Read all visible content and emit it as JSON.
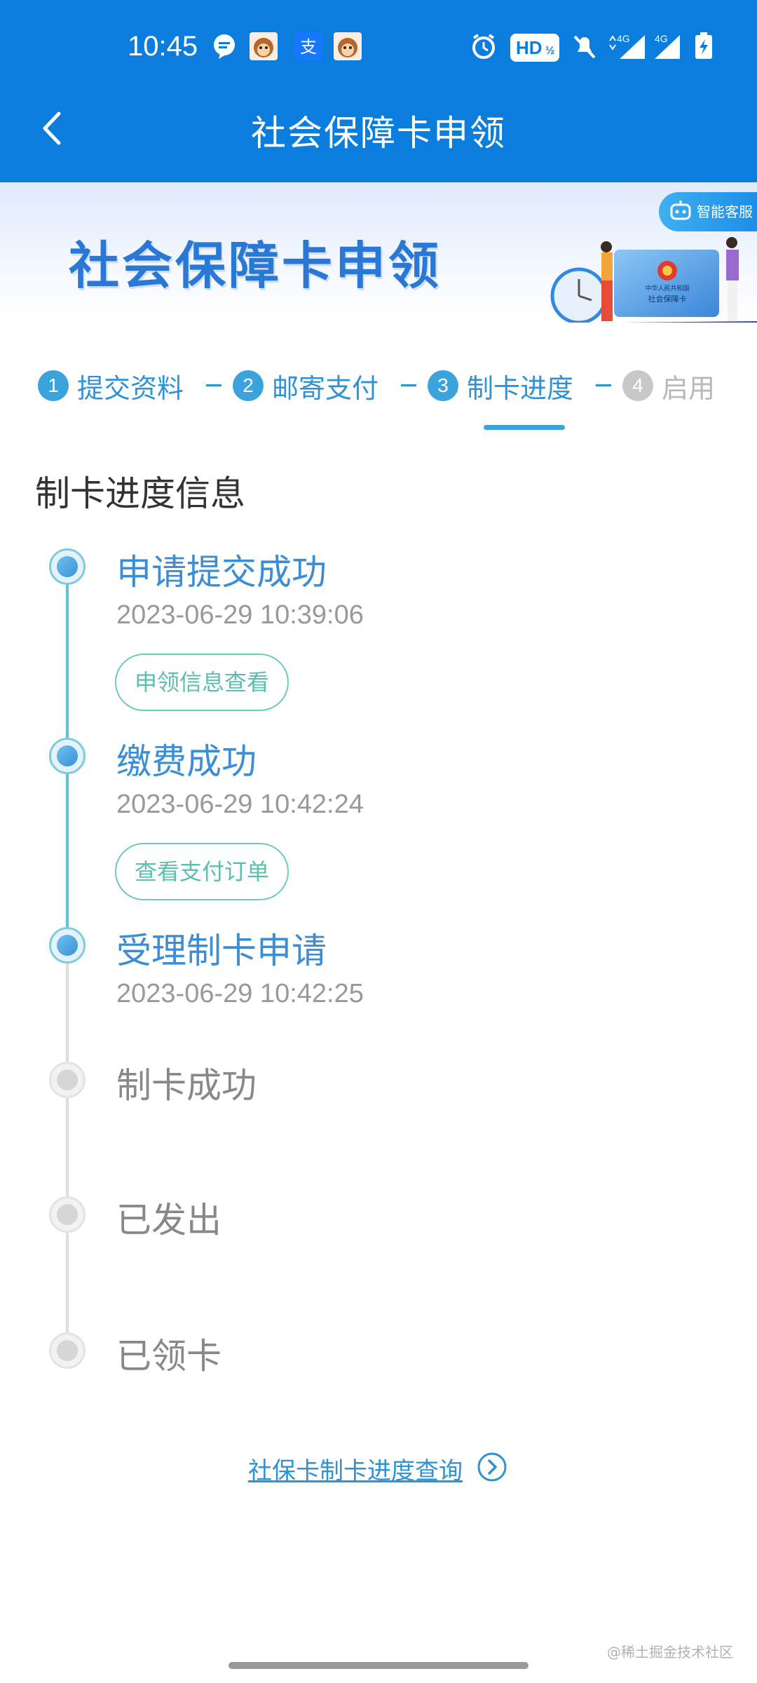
{
  "status_bar": {
    "time": "10:45",
    "hd_label": "HD",
    "network_label_1": "4G",
    "network_label_2": "4G",
    "icons": [
      "message-bubble-icon",
      "monkey-app-icon",
      "alipay-icon",
      "monkey-app-icon",
      "alarm-icon",
      "hd-voice-icon",
      "mute-bell-icon",
      "signal-icon",
      "signal-icon",
      "battery-charging-icon"
    ]
  },
  "header": {
    "title": "社会保障卡申领",
    "back_icon": "chevron-left-icon"
  },
  "banner": {
    "title": "社会保障卡申领",
    "service_label": "智能客服",
    "card_text_1": "中华人民共和国",
    "card_text_2": "社会保障卡"
  },
  "steps": [
    {
      "num": "1",
      "label": "提交资料",
      "state": "done"
    },
    {
      "num": "2",
      "label": "邮寄支付",
      "state": "done"
    },
    {
      "num": "3",
      "label": "制卡进度",
      "state": "current"
    },
    {
      "num": "4",
      "label": "启用",
      "state": "pending"
    }
  ],
  "section_title": "制卡进度信息",
  "timeline": [
    {
      "title": "申请提交成功",
      "time": "2023-06-29 10:39:06",
      "action": "申领信息查看",
      "state": "active"
    },
    {
      "title": "缴费成功",
      "time": "2023-06-29 10:42:24",
      "action": "查看支付订单",
      "state": "active"
    },
    {
      "title": "受理制卡申请",
      "time": "2023-06-29 10:42:25",
      "state": "active"
    },
    {
      "title": "制卡成功",
      "state": "inactive"
    },
    {
      "title": "已发出",
      "state": "inactive"
    },
    {
      "title": "已领卡",
      "state": "inactive"
    }
  ],
  "footer": {
    "link_label": "社保卡制卡进度查询",
    "watermark": "@稀土掘金技术社区"
  },
  "colors": {
    "header_bg": "#0b7ddc",
    "accent": "#2e92d6",
    "timeline_active": "#5cc4d4",
    "button_border": "#6fcab8"
  }
}
